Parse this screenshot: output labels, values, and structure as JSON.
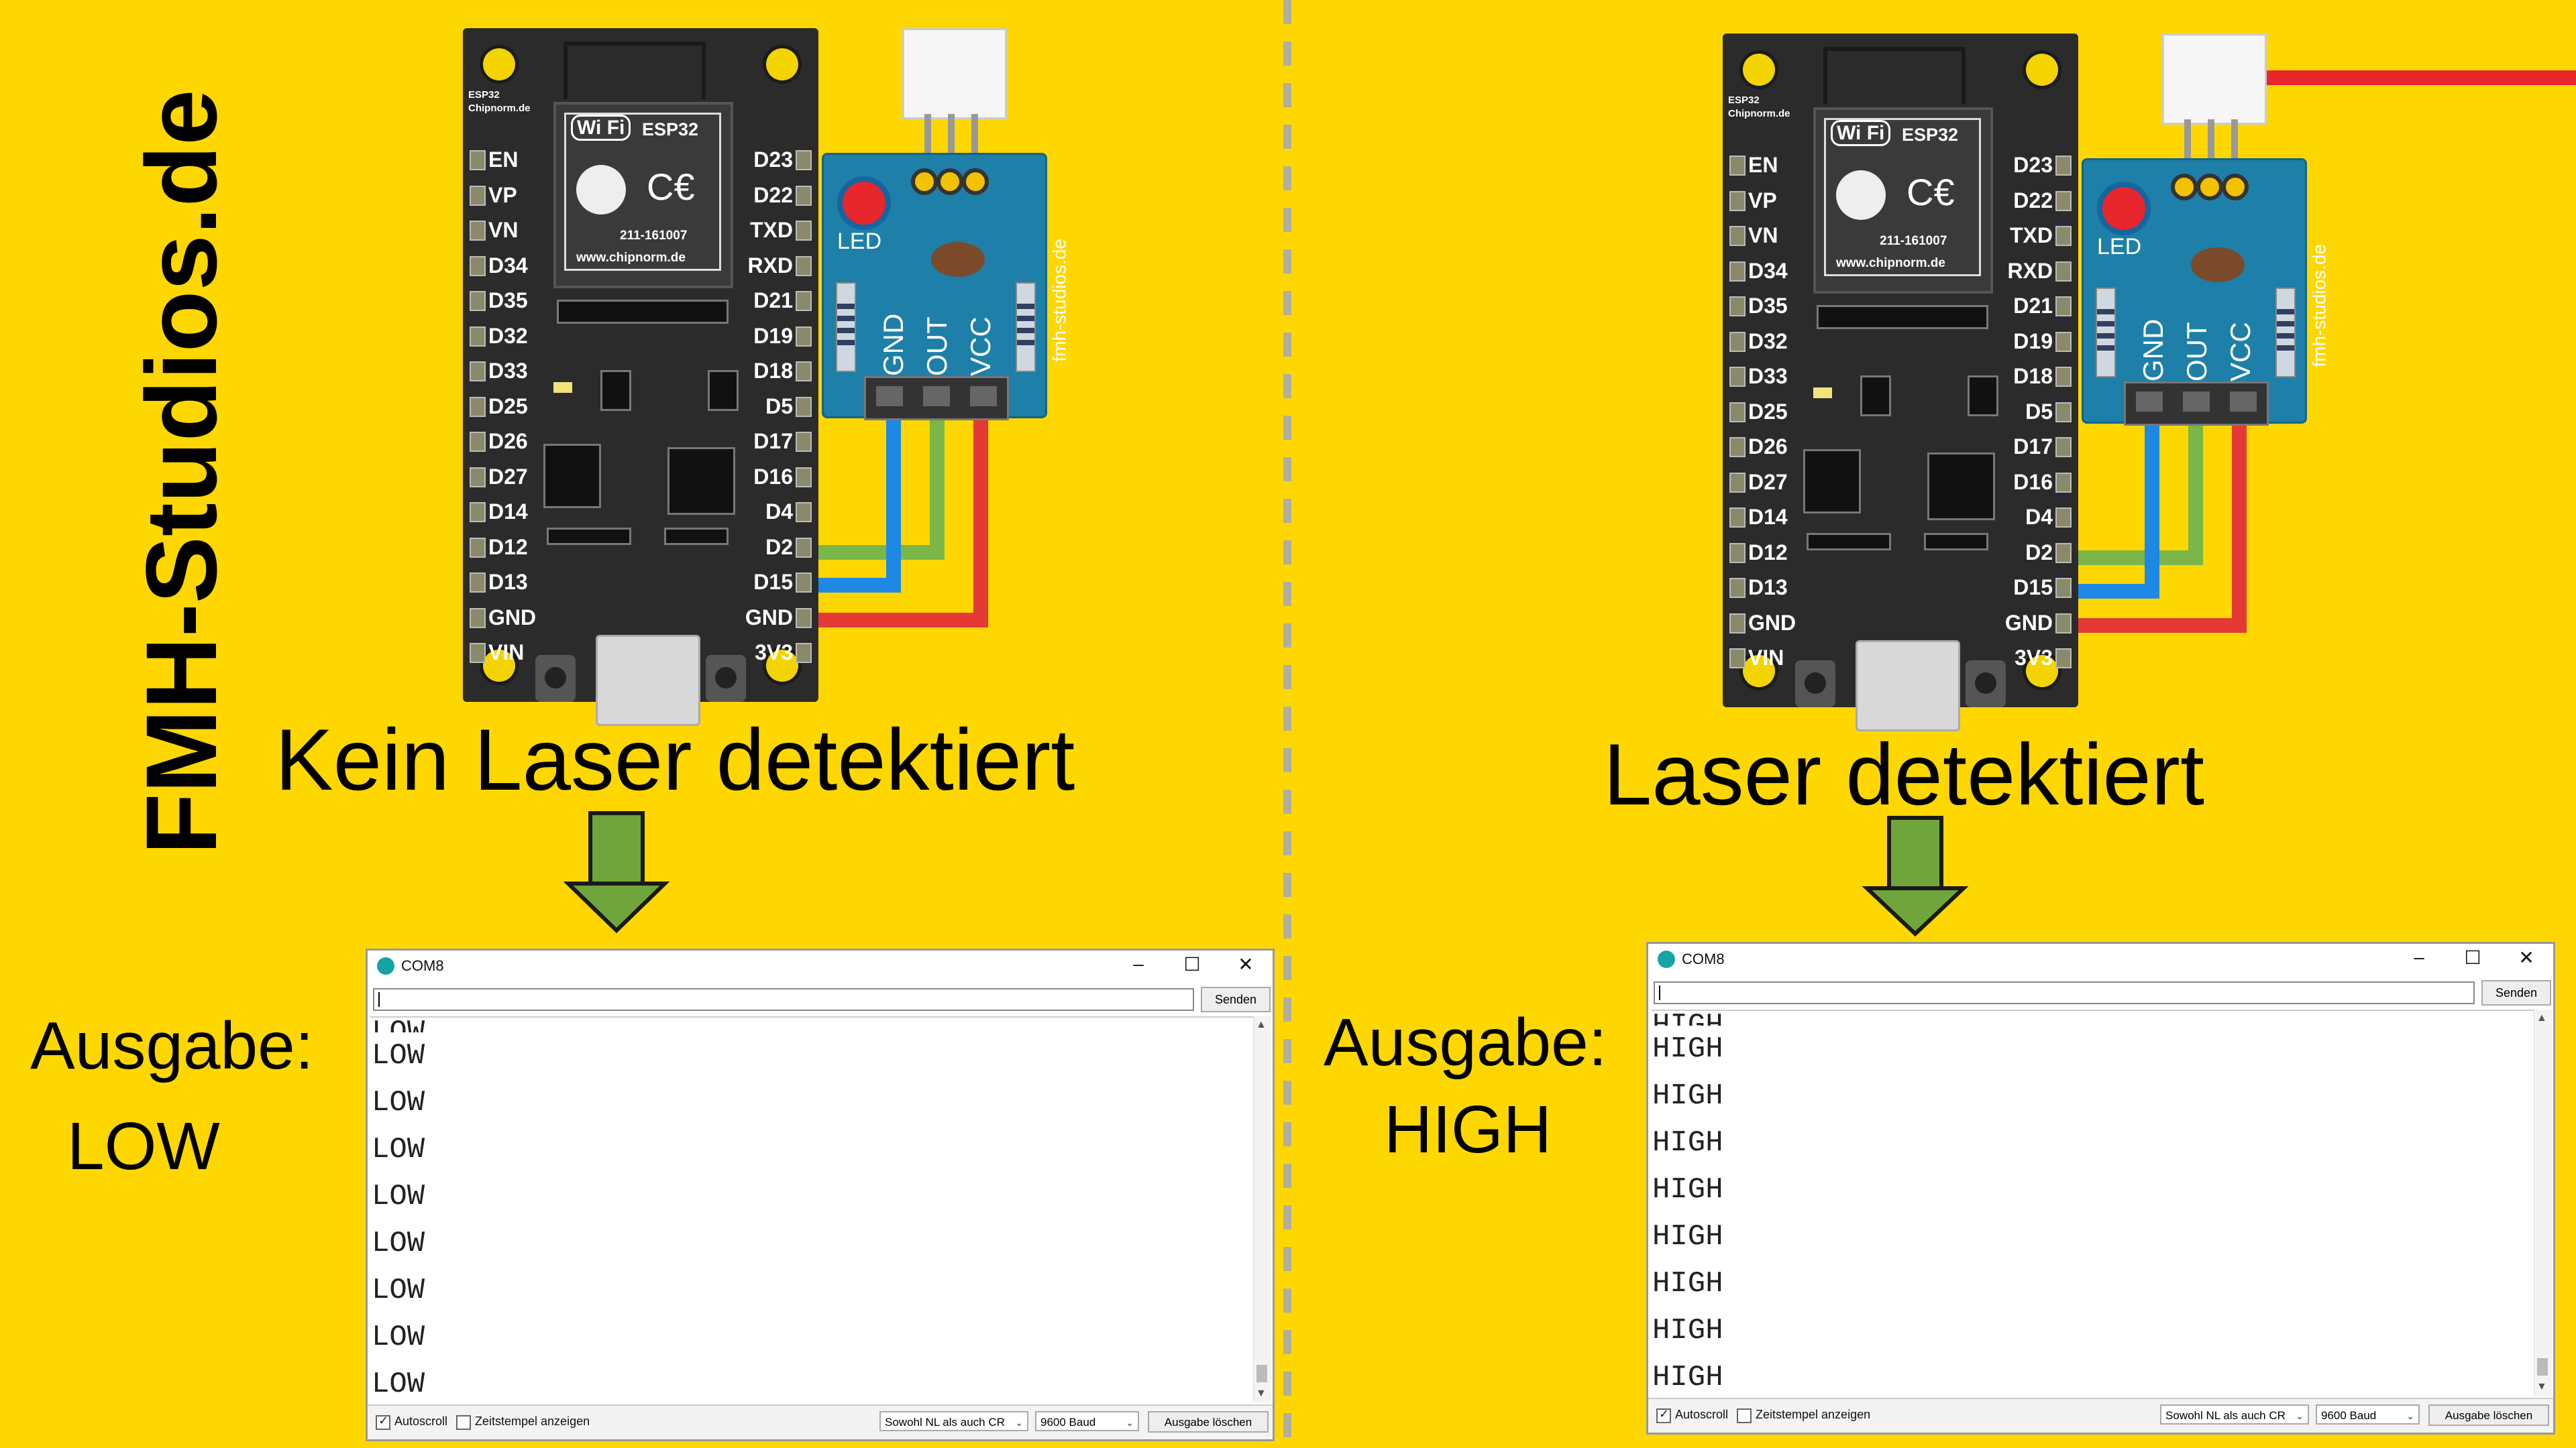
{
  "brand": "FMH-Studios.de",
  "board": {
    "brand_line1": "ESP32",
    "brand_line2": "Chipnorm.de",
    "wifi": "Wi Fi",
    "chip": "ESP32",
    "module_number": "211-161007",
    "module_url": "www.chipnorm.de",
    "left_pins": [
      "EN",
      "VP",
      "VN",
      "D34",
      "D35",
      "D32",
      "D33",
      "D25",
      "D26",
      "D27",
      "D14",
      "D12",
      "D13",
      "GND",
      "VIN"
    ],
    "right_pins": [
      "D23",
      "D22",
      "TXD",
      "RXD",
      "D21",
      "D19",
      "D18",
      "D5",
      "D17",
      "D16",
      "D4",
      "D2",
      "D15",
      "GND",
      "3V3"
    ]
  },
  "sensor": {
    "led_label": "LED",
    "url": "fmh-studios.de",
    "pins": [
      "GND",
      "OUT",
      "VCC"
    ]
  },
  "wire_colors": {
    "signal": "#7AB648",
    "ground": "#1E88E5",
    "power": "#E53935"
  },
  "laser_color": "#E8262D",
  "arrow_color": "#6FA53A",
  "left_panel": {
    "status": "Kein Laser detektiert",
    "output_label": "Ausgabe:",
    "output_value": "LOW",
    "serial": {
      "title": "COM8",
      "send_label": "Senden",
      "partial_line": "LOW",
      "lines": [
        "LOW",
        "LOW",
        "LOW",
        "LOW",
        "LOW",
        "LOW",
        "LOW",
        "LOW"
      ],
      "autoscroll": "Autoscroll",
      "timestamp": "Zeitstempel anzeigen",
      "line_ending": "Sowohl NL als auch CR",
      "baud": "9600 Baud",
      "clear": "Ausgabe löschen"
    }
  },
  "right_panel": {
    "status": "Laser detektiert",
    "output_label": "Ausgabe:",
    "output_value": "HIGH",
    "serial": {
      "title": "COM8",
      "send_label": "Senden",
      "partial_line": "HIGH",
      "lines": [
        "HIGH",
        "HIGH",
        "HIGH",
        "HIGH",
        "HIGH",
        "HIGH",
        "HIGH",
        "HIGH"
      ],
      "autoscroll": "Autoscroll",
      "timestamp": "Zeitstempel anzeigen",
      "line_ending": "Sowohl NL als auch CR",
      "baud": "9600 Baud",
      "clear": "Ausgabe löschen"
    }
  }
}
